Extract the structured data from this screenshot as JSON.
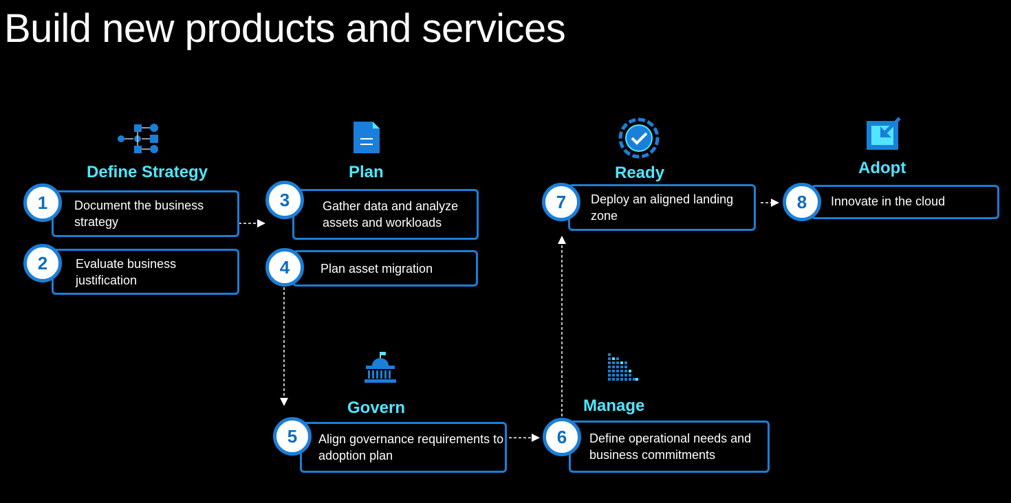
{
  "title": "Build new products and services",
  "phases": {
    "define_strategy": "Define Strategy",
    "plan": "Plan",
    "ready": "Ready",
    "adopt": "Adopt",
    "govern": "Govern",
    "manage": "Manage"
  },
  "steps": [
    {
      "number": "1",
      "text": "Document the business strategy"
    },
    {
      "number": "2",
      "text": "Evaluate business justification"
    },
    {
      "number": "3",
      "text": "Gather data and analyze assets and workloads"
    },
    {
      "number": "4",
      "text": "Plan asset migration"
    },
    {
      "number": "5",
      "text": "Align governance requirements to adoption plan"
    },
    {
      "number": "6",
      "text": "Define operational needs and  business commitments"
    },
    {
      "number": "7",
      "text": "Deploy an aligned landing zone"
    },
    {
      "number": "8",
      "text": "Innovate in the cloud"
    }
  ],
  "icons": {
    "define_strategy": "strategy-flow-icon",
    "plan": "document-icon",
    "ready": "checkmark-badge-icon",
    "adopt": "adopt-arrow-icon",
    "govern": "government-building-icon",
    "manage": "monitoring-bars-icon"
  },
  "colors": {
    "background": "#000000",
    "phase_label": "#50e6ff",
    "box_border": "#1a7fd9",
    "number_text": "#0f6cbd",
    "icon_blue": "#1a7fd9",
    "icon_light": "#50e6ff"
  }
}
